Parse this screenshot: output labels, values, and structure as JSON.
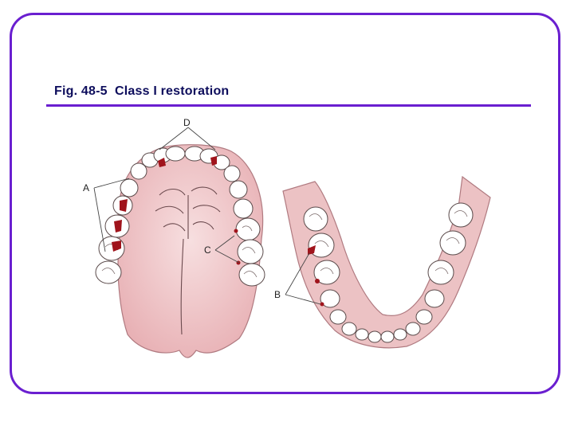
{
  "slide": {
    "title": "Fig. 48-5  Class I restoration",
    "colors": {
      "frame": "#6a1fd0",
      "title": "#0d0d5c",
      "gum": "#ecc2c4",
      "restoration": "#a0141c"
    }
  },
  "figure": {
    "labels": {
      "a": "A",
      "b": "B",
      "c": "C",
      "d": "D"
    },
    "icons": [
      "upper-arch-illustration",
      "lower-arch-illustration"
    ]
  }
}
